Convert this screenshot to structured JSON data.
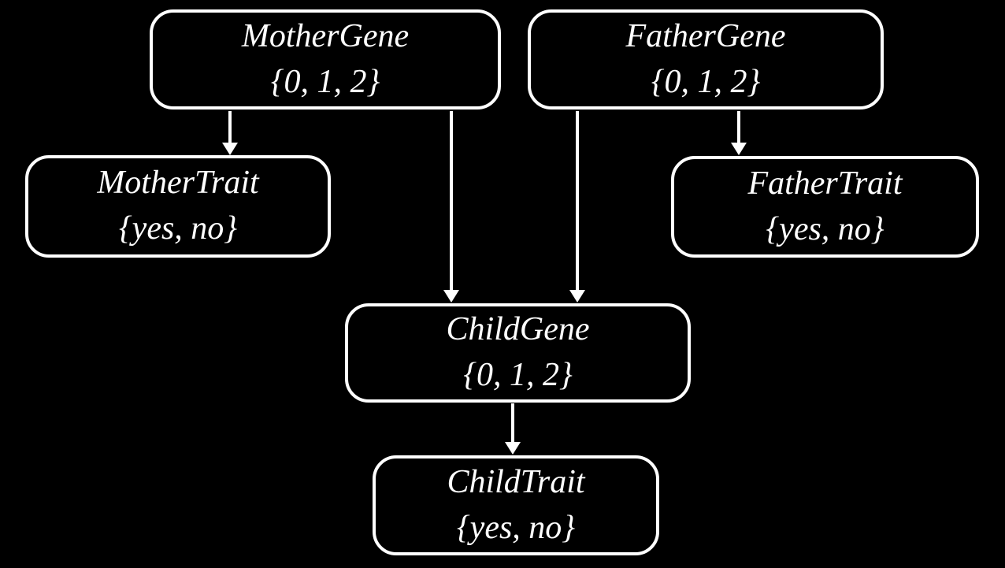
{
  "diagram": {
    "type": "bayesian-network",
    "background_color": "#000000",
    "stroke_color": "#ffffff",
    "text_color": "#ffffff",
    "nodes": {
      "mother_gene": {
        "label": "MotherGene",
        "values": "{0, 1, 2}"
      },
      "father_gene": {
        "label": "FatherGene",
        "values": "{0, 1, 2}"
      },
      "mother_trait": {
        "label": "MotherTrait",
        "values": "{yes, no}"
      },
      "father_trait": {
        "label": "FatherTrait",
        "values": "{yes, no}"
      },
      "child_gene": {
        "label": "ChildGene",
        "values": "{0, 1, 2}"
      },
      "child_trait": {
        "label": "ChildTrait",
        "values": "{yes, no}"
      }
    },
    "edges": [
      {
        "from": "MotherGene",
        "to": "MotherTrait"
      },
      {
        "from": "MotherGene",
        "to": "ChildGene"
      },
      {
        "from": "FatherGene",
        "to": "ChildGene"
      },
      {
        "from": "FatherGene",
        "to": "FatherTrait"
      },
      {
        "from": "ChildGene",
        "to": "ChildTrait"
      }
    ]
  }
}
